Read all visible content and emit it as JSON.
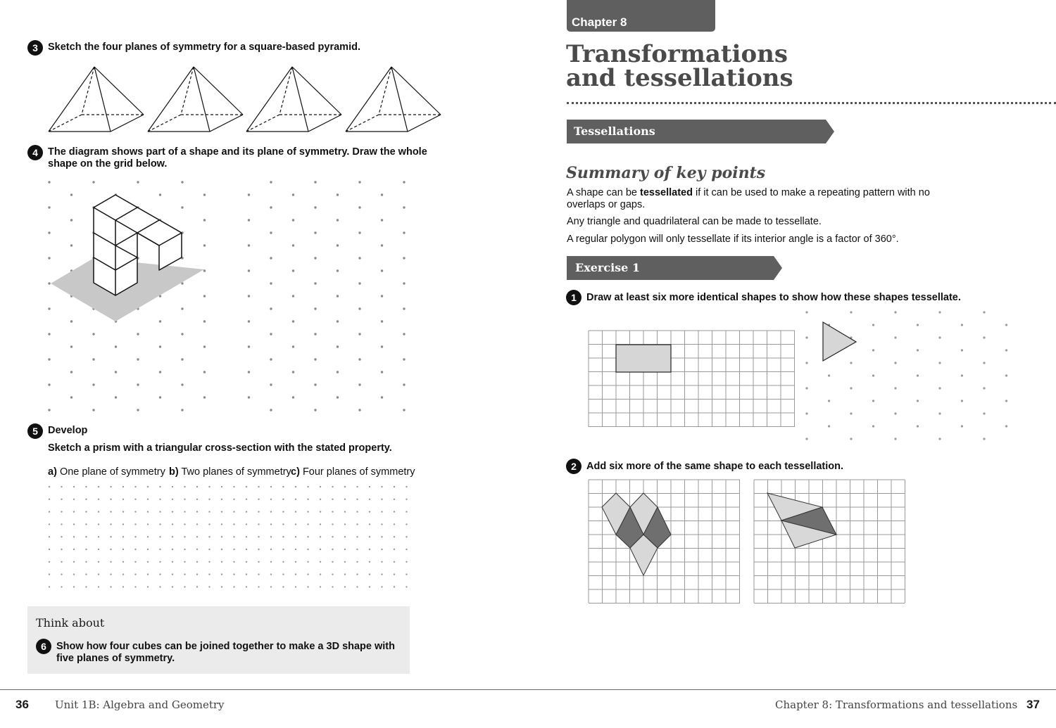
{
  "left_page": {
    "q3": {
      "number": "3",
      "text": "Sketch the four planes of symmetry for a square-based pyramid."
    },
    "q4": {
      "number": "4",
      "text_line1": "The diagram shows part of a shape and its plane of symmetry. Draw the whole",
      "text_line2": "shape on the grid below."
    },
    "q5": {
      "number": "5",
      "heading": "Develop",
      "text": "Sketch a prism with a triangular cross-section with the stated property.",
      "parts": [
        {
          "label": "a)",
          "text": "One plane of symmetry"
        },
        {
          "label": "b)",
          "text": "Two planes of symmetry"
        },
        {
          "label": "c)",
          "text": "Four planes of symmetry"
        }
      ]
    },
    "think_about": {
      "heading": "Think about",
      "number": "6",
      "text_line1": "Show how four cubes can be joined together to make a 3D shape with",
      "text_line2": "five planes of symmetry."
    }
  },
  "right_page": {
    "chapter_tab": "Chapter 8",
    "title_line1": "Transformations",
    "title_line2": "and tessellations",
    "section_banner": "Tessellations",
    "summary_heading": "Summary of key points",
    "summary": {
      "p1_before": "A shape can be ",
      "p1_bold": "tessellated",
      "p1_after": " if it can be used to make a repeating pattern with no",
      "p1_line2": "overlaps or gaps.",
      "p2": "Any triangle and quadrilateral can be made to tessellate.",
      "p3": "A regular polygon will only tessellate if its interior angle is a factor of 360°."
    },
    "exercise_banner": "Exercise 1",
    "q1": {
      "number": "1",
      "text": "Draw at least six more identical shapes to show how these shapes tessellate."
    },
    "q2": {
      "number": "2",
      "text": "Add six more of the same shape to each tessellation."
    }
  },
  "footer": {
    "left_page_number": "36",
    "left_running_title": "Unit 1B: Algebra and Geometry",
    "right_running_title": "Chapter 8: Transformations and tessellations",
    "right_page_number": "37"
  },
  "colors": {
    "banner_grey": "#5f5f5f",
    "shade_light": "#d6d6d6",
    "shade_dark": "#707070",
    "think_box": "#ebebeb"
  }
}
